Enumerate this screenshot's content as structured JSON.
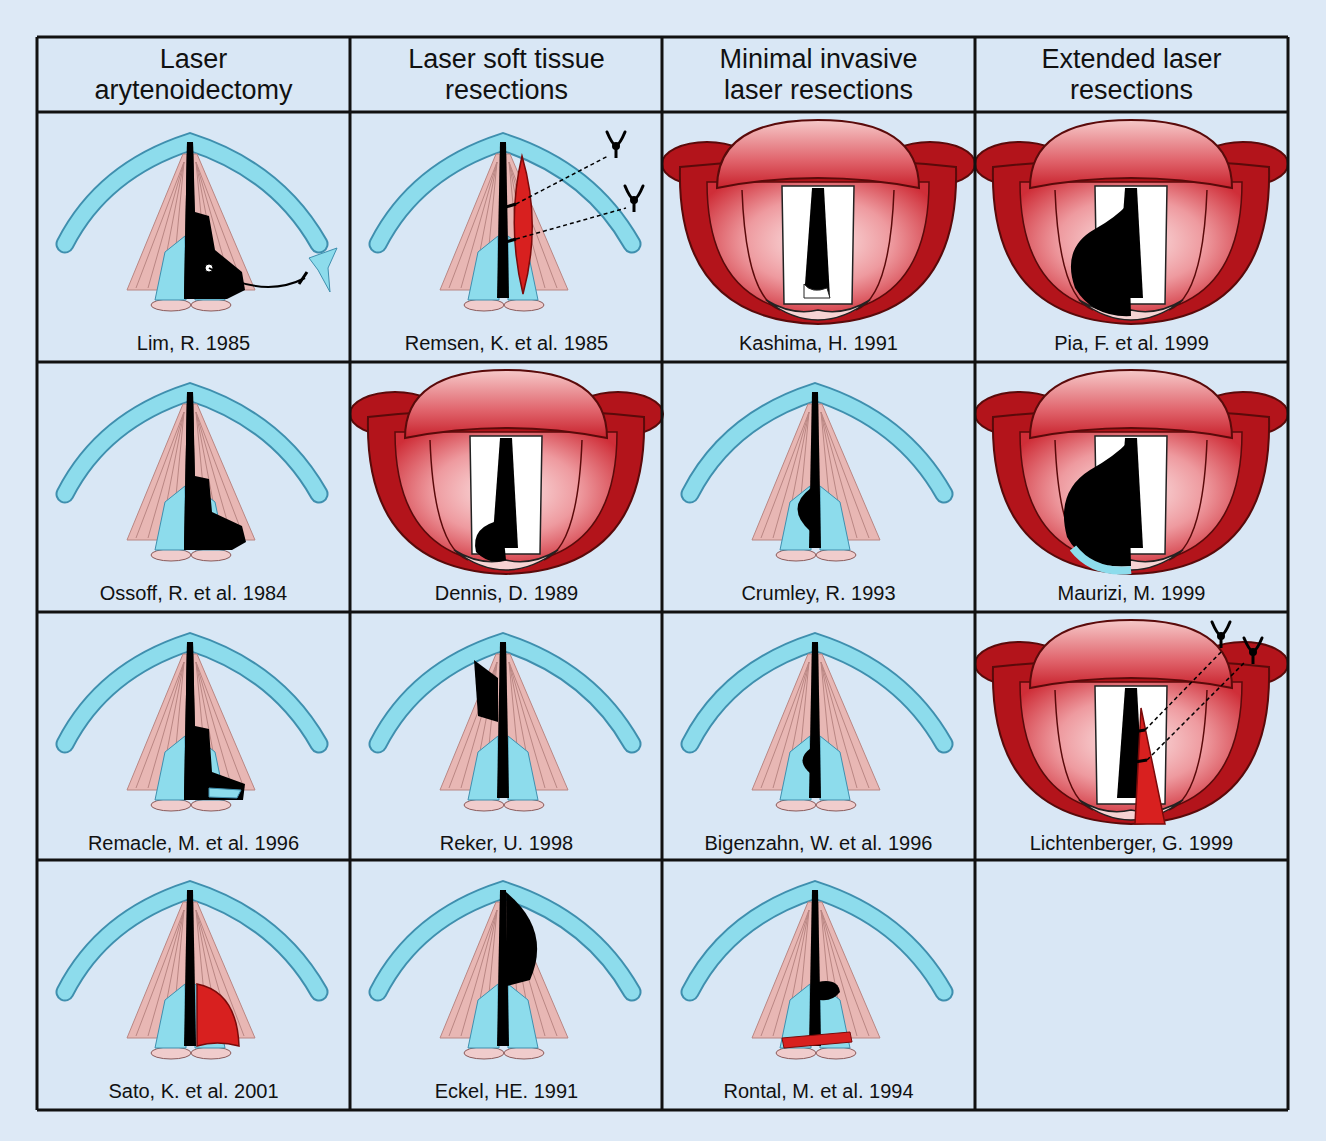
{
  "diagram": {
    "labels": [
      "Laser arytenoidectomy",
      "Laser soft tissue resections",
      "Minimal invasive laser resections",
      "Extended laser resections",
      "Lim, R. 1985",
      "Remsen, K. et al. 1985",
      "Kashima, H. 1991",
      "Pia, F. et al. 1999",
      "Ossoff, R. et al. 1984",
      "Dennis, D. 1989",
      "Crumley, R. 1993",
      "Maurizi, M. 1999",
      "Remacle, M. et al. 1996",
      "Reker, U. 1998",
      "Bigenzahn, W. et al. 1996",
      "Lichtenberger, G. 1999",
      "Sato, K. et al. 2001",
      "Eckel, HE. 1991",
      "Rontal, M. et al. 1994"
    ]
  }
}
